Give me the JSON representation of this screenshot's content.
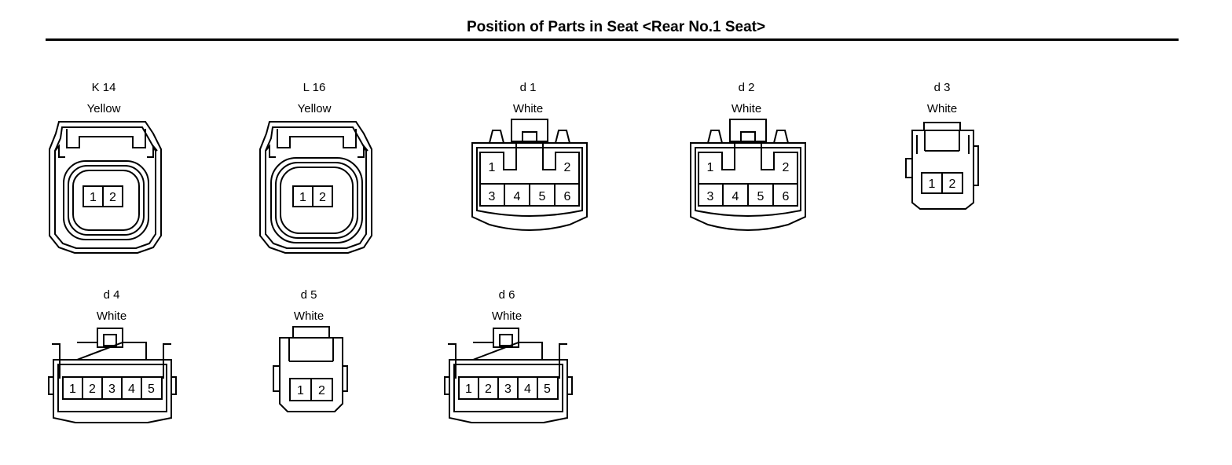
{
  "title": "Position of Parts in Seat <Rear No.1 Seat>",
  "connectors": [
    {
      "id": "K 14",
      "color": "Yellow",
      "pins": [
        "1",
        "2"
      ]
    },
    {
      "id": "L 16",
      "color": "Yellow",
      "pins": [
        "1",
        "2"
      ]
    },
    {
      "id": "d 1",
      "color": "White",
      "pins": [
        "1",
        "2",
        "3",
        "4",
        "5",
        "6"
      ]
    },
    {
      "id": "d 2",
      "color": "White",
      "pins": [
        "1",
        "2",
        "3",
        "4",
        "5",
        "6"
      ]
    },
    {
      "id": "d 3",
      "color": "White",
      "pins": [
        "1",
        "2"
      ]
    },
    {
      "id": "d 4",
      "color": "White",
      "pins": [
        "1",
        "2",
        "3",
        "4",
        "5"
      ]
    },
    {
      "id": "d 5",
      "color": "White",
      "pins": [
        "1",
        "2"
      ]
    },
    {
      "id": "d 6",
      "color": "White",
      "pins": [
        "1",
        "2",
        "3",
        "4",
        "5"
      ]
    }
  ]
}
